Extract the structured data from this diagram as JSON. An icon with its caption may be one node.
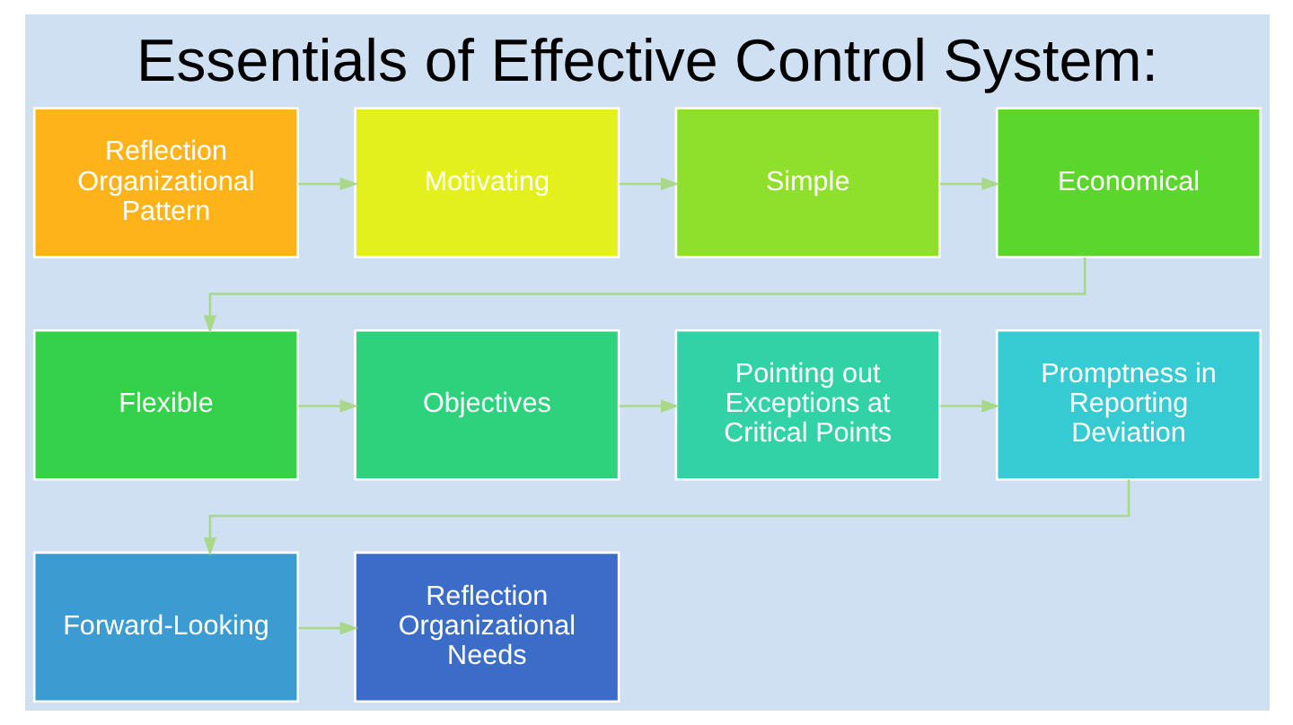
{
  "diagram": {
    "title": "Essentials of Effective Control System:",
    "nodes": [
      {
        "text": [
          "Reflection Organizational Pattern"
        ]
      },
      {
        "text": [
          "Motivating"
        ]
      },
      {
        "text": [
          "Simple"
        ]
      },
      {
        "text": [
          "Economical"
        ]
      },
      {
        "text": [
          "Flexible"
        ]
      },
      {
        "text": [
          "Objectives"
        ]
      },
      {
        "text": [
          "Pointing out Exceptions at Critical Points"
        ]
      },
      {
        "text": [
          "Promptness in Reporting Deviation"
        ]
      },
      {
        "text": [
          "Forward-Looking"
        ]
      },
      {
        "text": [
          "Reflection Organizational Needs"
        ]
      }
    ],
    "edges": [
      {
        "from": 0,
        "to": 1,
        "arrow": "to"
      },
      {
        "from": 1,
        "to": 2,
        "arrow": "to"
      },
      {
        "from": 2,
        "to": 3,
        "arrow": "to"
      },
      {
        "from": 3,
        "to": 4,
        "arrow": "to"
      },
      {
        "from": 4,
        "to": 5,
        "arrow": "to"
      },
      {
        "from": 5,
        "to": 6,
        "arrow": "to"
      },
      {
        "from": 6,
        "to": 7,
        "arrow": "to"
      },
      {
        "from": 7,
        "to": 8,
        "arrow": "to"
      },
      {
        "from": 8,
        "to": 9,
        "arrow": "to"
      }
    ]
  }
}
